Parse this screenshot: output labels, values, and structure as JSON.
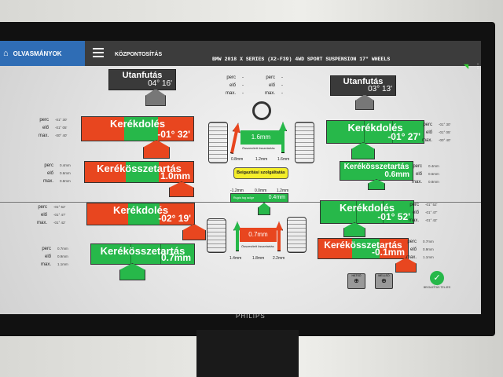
{
  "header": {
    "home_label": "OLVASMÁNYOK",
    "section": "KÖZPONTOSÍTÁS",
    "vehicle": "BMW 2018 X SERIES (X2-F39) 4WD SPORT SUSPENSION 17\" WHEELS"
  },
  "labels": {
    "perc": "perc",
    "elo": "elő",
    "max": "max."
  },
  "caster": {
    "title": "Utanfutás",
    "left": "04° 16'",
    "right": "03° 13'",
    "center_dash": "-"
  },
  "front_left": {
    "camber": {
      "title": "Kerékdolés",
      "value": "-01° 32'",
      "perc": "-01° 30'",
      "elo": "-01° 05'",
      "max": "-00° 40'"
    },
    "toe": {
      "title": "Kerékösszetartás",
      "value": "1.0mm",
      "perc": "0.4mm",
      "elo": "0.6mm",
      "max": "0.8mm"
    }
  },
  "front_right": {
    "camber": {
      "title": "Kerékdolés",
      "value": "-01° 27'",
      "perc": "-01° 30'",
      "elo": "-01° 05'",
      "max": "-00° 40'"
    },
    "toe": {
      "title": "Kerékösszetartás",
      "value": "0.6mm",
      "perc": "0.4mm",
      "elo": "0.6mm",
      "max": "0.8mm"
    }
  },
  "rear_left": {
    "camber": {
      "title": "Kerékdolés",
      "value": "-02° 19'",
      "perc": "-01° 52'",
      "elo": "-01° 47'",
      "max": "-01° 42'"
    },
    "toe": {
      "title": "Kerékösszetartás",
      "value": "0.7mm",
      "perc": "0.7mm",
      "elo": "0.9mm",
      "max": "1.1mm"
    }
  },
  "rear_right": {
    "camber": {
      "title": "Kerékdolés",
      "value": "-01° 52'",
      "perc": "-01° 52'",
      "elo": "-01° 47'",
      "max": "-01° 42'"
    },
    "toe": {
      "title": "Kerékösszetartás",
      "value": "-0.1mm",
      "perc": "0.7mm",
      "elo": "0.9mm",
      "max": "1.1mm"
    }
  },
  "center": {
    "front_total": "1.6mm",
    "total_label": "Összesített összetartás",
    "front_min": "0.8mm",
    "front_mid": "1.2mm",
    "front_max": "1.6mm",
    "service_button": "Beigazítási szolgáltatás",
    "thrust_min": "-1.2mm",
    "thrust_mid": "0.0mm",
    "thrust_max": "1.2mm",
    "thrust_label": "Rugós tag szöge",
    "thrust_value": "0.4mm",
    "rear_total": "0.7mm",
    "rear_min": "1.4mm",
    "rear_mid": "1.8mm",
    "rear_max": "2.2mm"
  },
  "buttons": {
    "rear": "HÁTSÓ",
    "front": "MELLSŐ",
    "complete": "BEIGAZÍTÁS TELJES"
  },
  "brand": "PHILIPS"
}
